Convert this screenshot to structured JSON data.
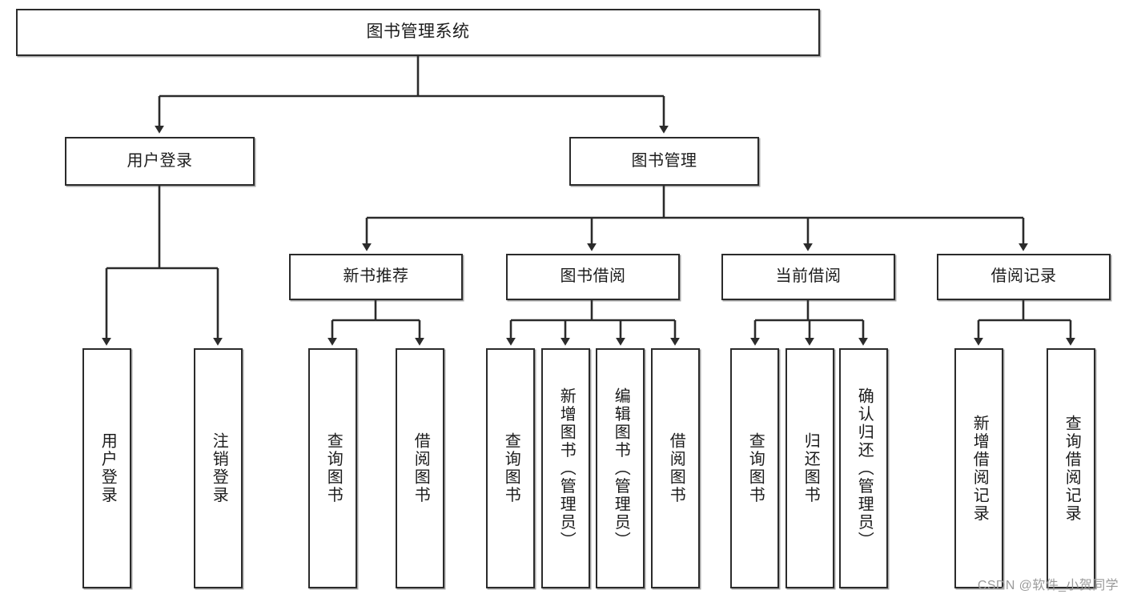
{
  "diagram": {
    "title": "图书管理系统",
    "watermark": "CSDN @软件_小贺同学",
    "line_color": "#2b2b2b",
    "box_fill": "#ffffff",
    "text_color": "#1c1c1c",
    "nodes": {
      "root": {
        "label": "图书管理系统",
        "level": 1
      },
      "user_login": {
        "label": "用户登录",
        "level": 2
      },
      "book_manage": {
        "label": "图书管理",
        "level": 2
      },
      "new_book_rec": {
        "label": "新书推荐",
        "level": 3
      },
      "book_borrow": {
        "label": "图书借阅",
        "level": 3
      },
      "current_borrow": {
        "label": "当前借阅",
        "level": 3
      },
      "borrow_record": {
        "label": "借阅记录",
        "level": 3
      },
      "leaf_user_login": {
        "label": "用户登录",
        "level": 4
      },
      "leaf_logout": {
        "label": "注销登录",
        "level": 4
      },
      "leaf_query_book_1": {
        "label": "查询图书",
        "level": 4
      },
      "leaf_borrow_book_1": {
        "label": "借阅图书",
        "level": 4
      },
      "leaf_query_book_2": {
        "label": "查询图书",
        "level": 4
      },
      "leaf_add_book": {
        "label": "新增图书（管理员）",
        "level": 4
      },
      "leaf_edit_book": {
        "label": "编辑图书（管理员）",
        "level": 4
      },
      "leaf_borrow_book_2": {
        "label": "借阅图书",
        "level": 4
      },
      "leaf_query_book_3": {
        "label": "查询图书",
        "level": 4
      },
      "leaf_return_book": {
        "label": "归还图书",
        "level": 4
      },
      "leaf_confirm_return": {
        "label": "确认归还（管理员）",
        "level": 4
      },
      "leaf_add_record": {
        "label": "新增借阅记录",
        "level": 4
      },
      "leaf_query_record": {
        "label": "查询借阅记录",
        "level": 4
      }
    },
    "edges": [
      {
        "from": "root",
        "to": "user_login"
      },
      {
        "from": "root",
        "to": "book_manage"
      },
      {
        "from": "user_login",
        "to": "leaf_user_login"
      },
      {
        "from": "user_login",
        "to": "leaf_logout"
      },
      {
        "from": "book_manage",
        "to": "new_book_rec"
      },
      {
        "from": "book_manage",
        "to": "book_borrow"
      },
      {
        "from": "book_manage",
        "to": "current_borrow"
      },
      {
        "from": "book_manage",
        "to": "borrow_record"
      },
      {
        "from": "new_book_rec",
        "to": "leaf_query_book_1"
      },
      {
        "from": "new_book_rec",
        "to": "leaf_borrow_book_1"
      },
      {
        "from": "book_borrow",
        "to": "leaf_query_book_2"
      },
      {
        "from": "book_borrow",
        "to": "leaf_add_book"
      },
      {
        "from": "book_borrow",
        "to": "leaf_edit_book"
      },
      {
        "from": "book_borrow",
        "to": "leaf_borrow_book_2"
      },
      {
        "from": "current_borrow",
        "to": "leaf_query_book_3"
      },
      {
        "from": "current_borrow",
        "to": "leaf_return_book"
      },
      {
        "from": "current_borrow",
        "to": "leaf_confirm_return"
      },
      {
        "from": "borrow_record",
        "to": "leaf_add_record"
      },
      {
        "from": "borrow_record",
        "to": "leaf_query_record"
      }
    ]
  }
}
